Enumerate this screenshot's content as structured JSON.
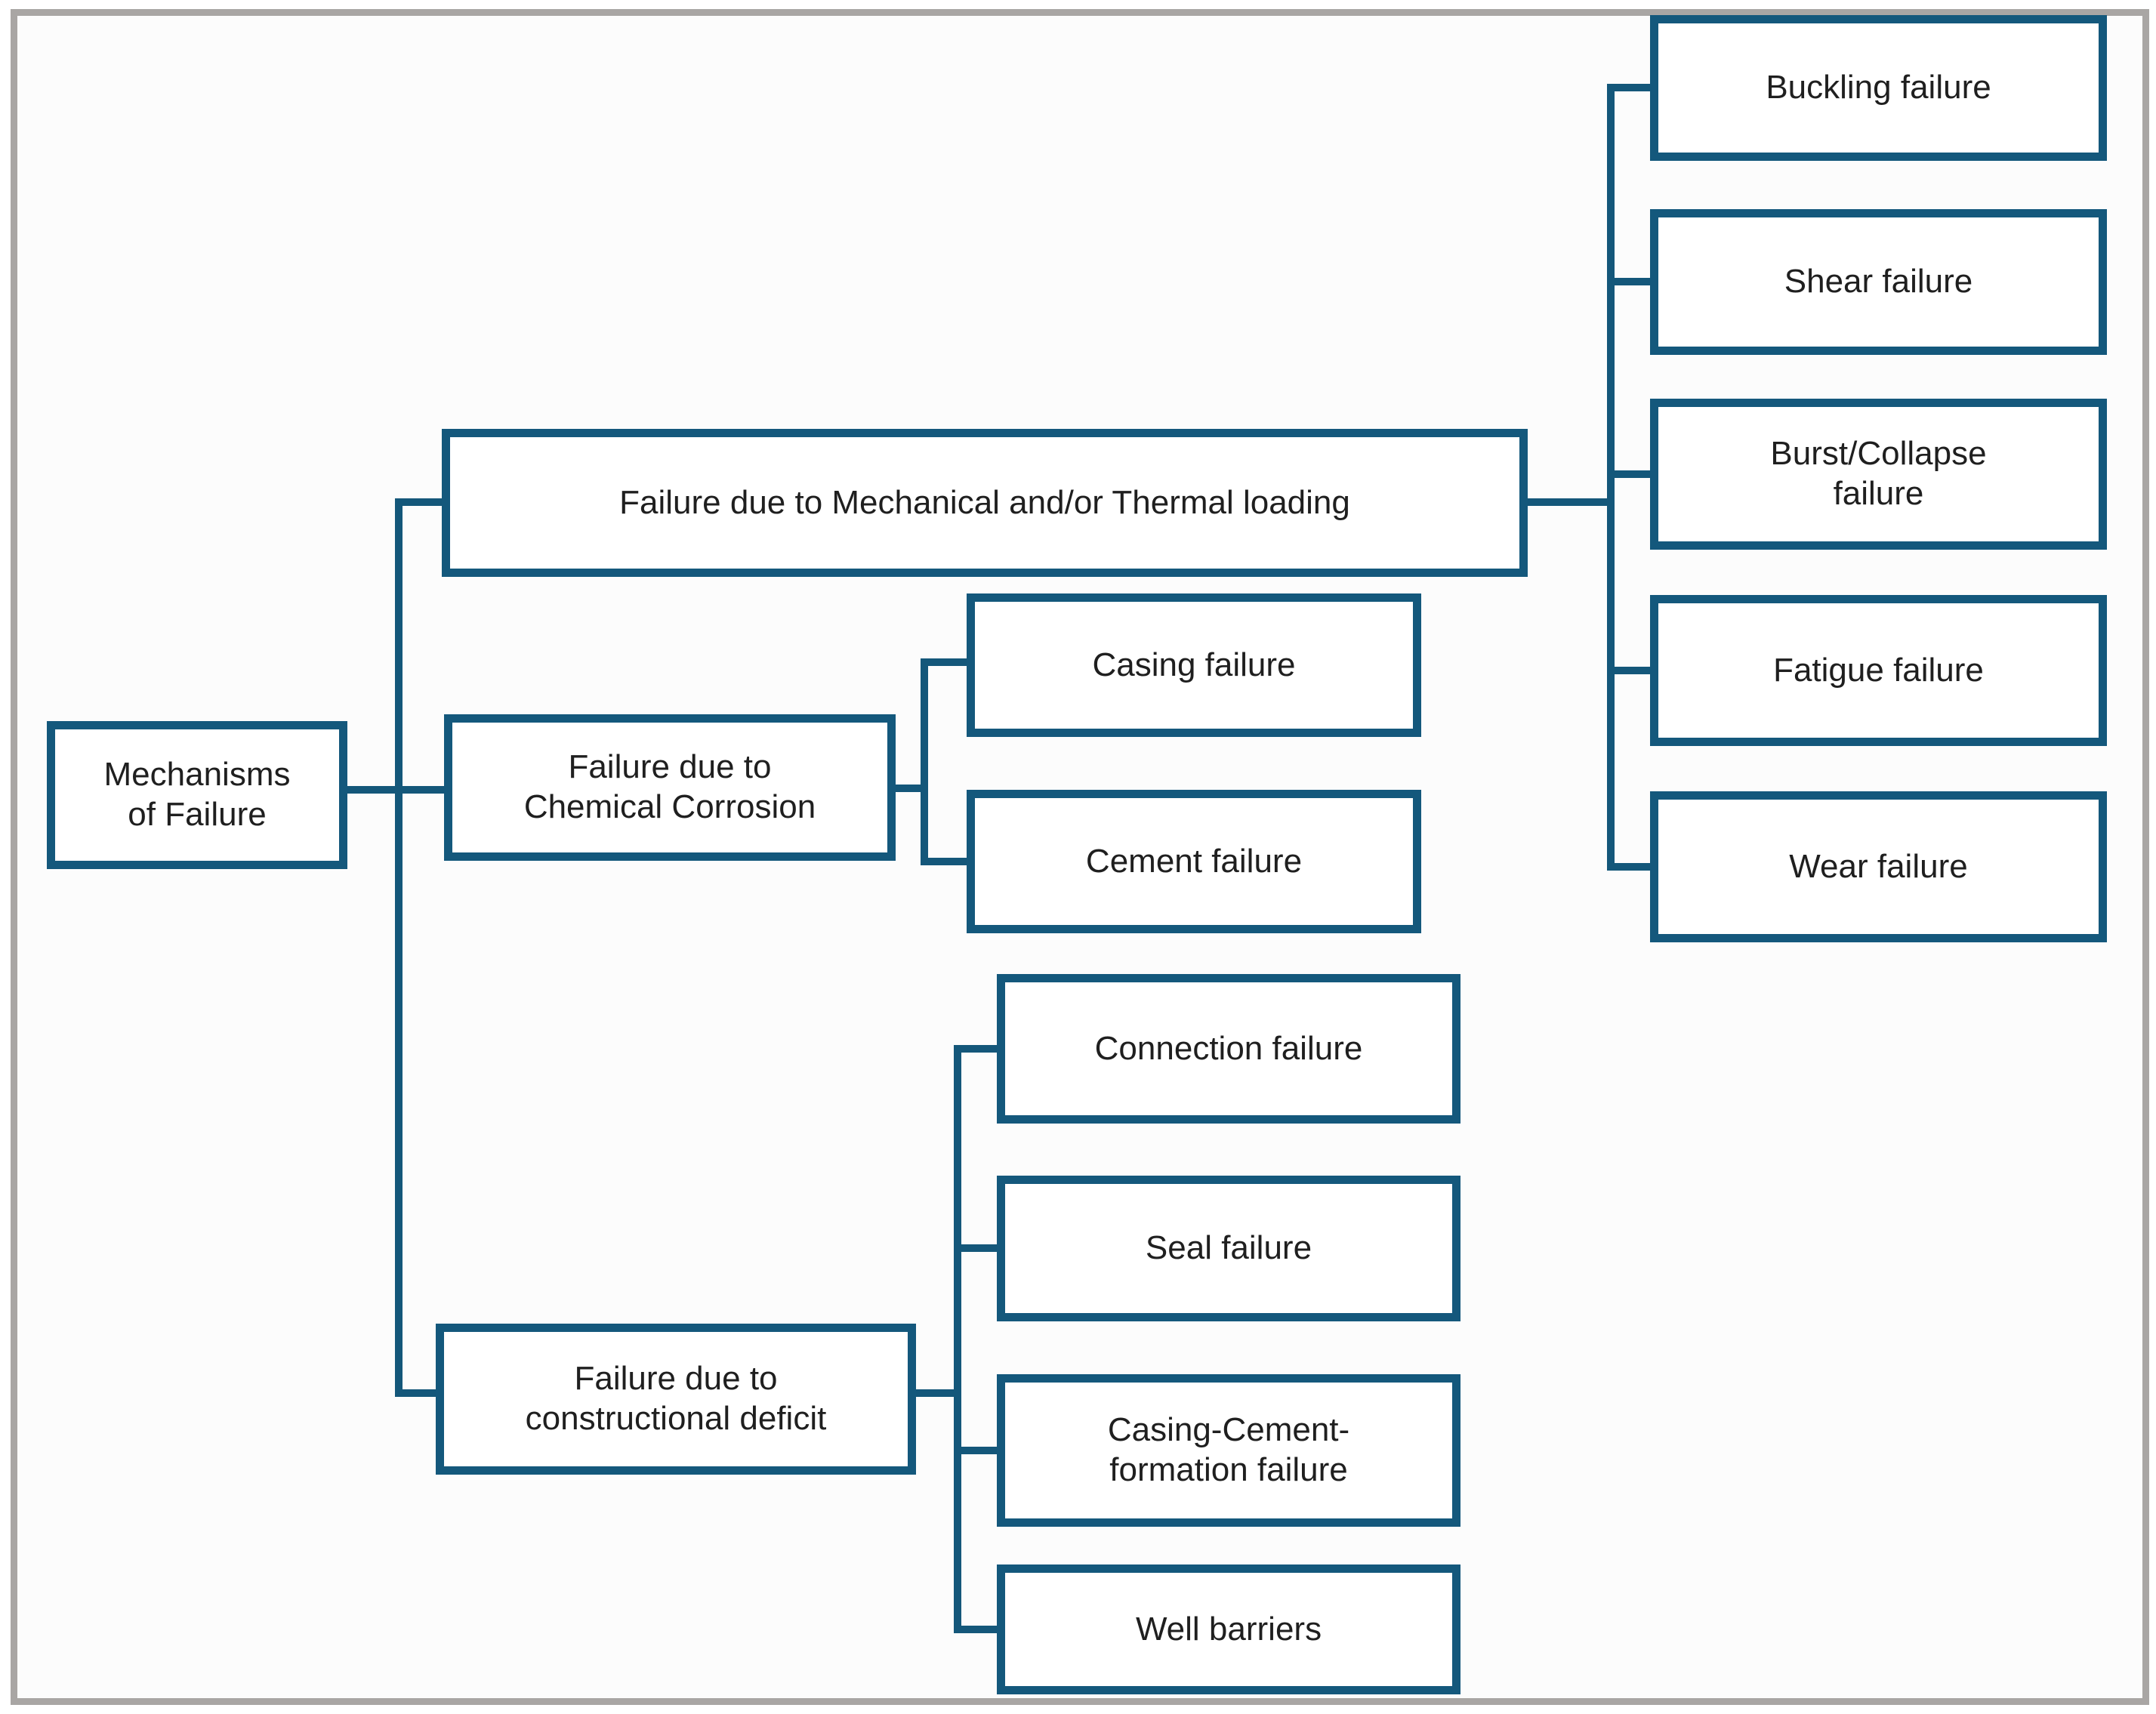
{
  "tree": {
    "root": {
      "label": "Mechanisms\nof Failure"
    },
    "branches": [
      {
        "label": "Failure due to Mechanical and/or Thermal loading",
        "children": [
          {
            "label": "Buckling failure"
          },
          {
            "label": "Shear failure"
          },
          {
            "label": "Burst/Collapse\nfailure"
          },
          {
            "label": "Fatigue failure"
          },
          {
            "label": "Wear failure"
          }
        ]
      },
      {
        "label": "Failure due to\nChemical Corrosion",
        "children": [
          {
            "label": "Casing failure"
          },
          {
            "label": "Cement failure"
          }
        ]
      },
      {
        "label": "Failure due to\nconstructional deficit",
        "children": [
          {
            "label": "Connection failure"
          },
          {
            "label": "Seal failure"
          },
          {
            "label": "Casing-Cement-\nformation failure"
          },
          {
            "label": "Well barriers"
          }
        ]
      }
    ]
  },
  "colors": {
    "box-border": "#14587c",
    "connector": "#14577a",
    "frame": "#a9a6a4",
    "text": "#1f1f1f",
    "bg": "#fcfcfc"
  }
}
